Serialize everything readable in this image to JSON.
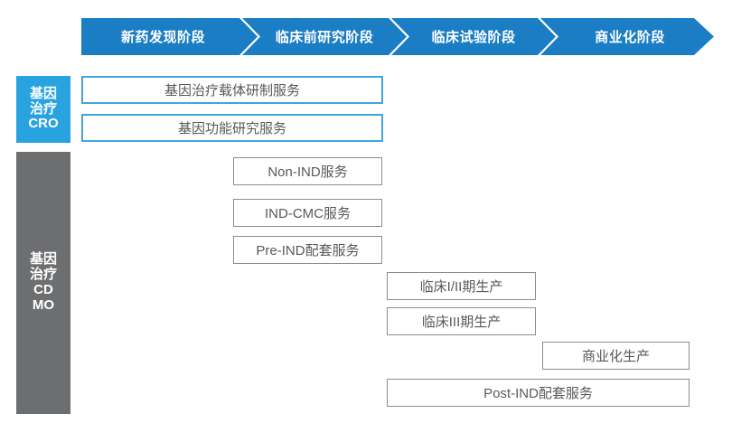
{
  "header": {
    "phases": [
      {
        "label": "新药发现阶段"
      },
      {
        "label": "临床前研究阶段"
      },
      {
        "label": "临床试验阶段"
      },
      {
        "label": "商业化阶段"
      }
    ],
    "accent_color": "#1b7ec4"
  },
  "rails": [
    {
      "id": "cro",
      "lines": [
        "基因",
        "治疗",
        "CRO"
      ],
      "color": "#29a3e0"
    },
    {
      "id": "cdmo",
      "lines": [
        "基因",
        "治疗",
        "CD",
        "MO"
      ],
      "color": "#6d6e70"
    }
  ],
  "services": {
    "cro": [
      {
        "label": "基因治疗载体研制服务"
      },
      {
        "label": "基因功能研究服务"
      }
    ],
    "cdmo": [
      {
        "label": "Non-IND服务"
      },
      {
        "label": "IND-CMC服务"
      },
      {
        "label": "Pre-IND配套服务"
      },
      {
        "label": "临床I/II期生产"
      },
      {
        "label": "临床III期生产"
      },
      {
        "label": "商业化生产"
      },
      {
        "label": "Post-IND配套服务"
      }
    ]
  },
  "colors": {
    "cro_border": "#41a5dc",
    "cdmo_border": "#8c8c8c",
    "text": "#595959"
  }
}
